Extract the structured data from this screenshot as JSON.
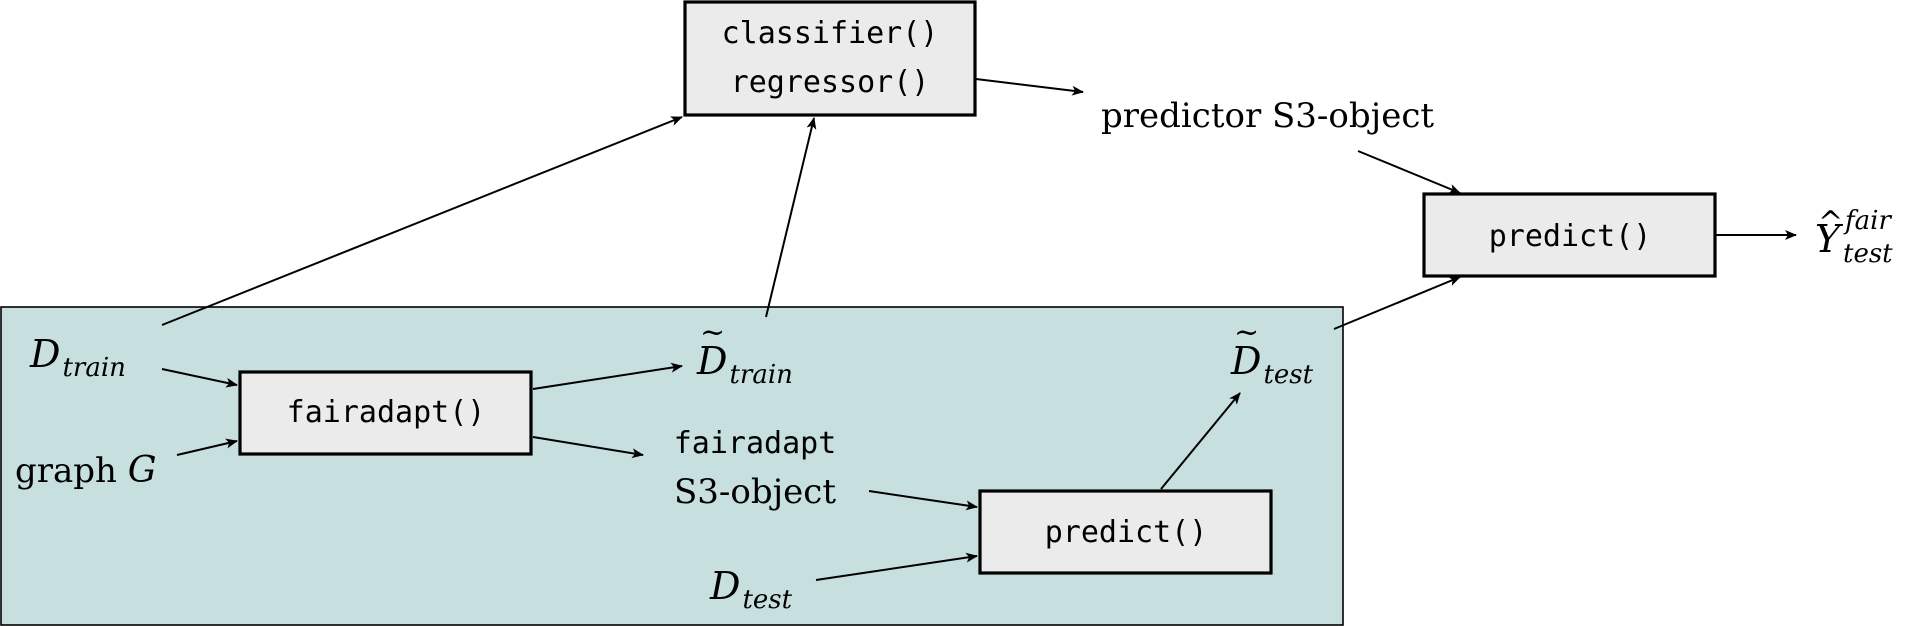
{
  "colors": {
    "region_fill": "#c7dfdf",
    "box_fill": "#ebebeb",
    "stroke": "#000000"
  },
  "boxes": {
    "models": {
      "line1": "classifier()",
      "line2": "regressor()"
    },
    "predict_top": {
      "label": "predict()"
    },
    "fairadapt": {
      "label": "fairadapt()"
    },
    "predict_bottom": {
      "label": "predict()"
    }
  },
  "labels": {
    "predictor_object": "predictor S3-object",
    "d_train": {
      "base": "D",
      "sub": "train"
    },
    "d_train_tilde": {
      "base": "D",
      "sub": "train",
      "accent": "~"
    },
    "d_test_tilde": {
      "base": "D",
      "sub": "test",
      "accent": "~"
    },
    "d_test": {
      "base": "D",
      "sub": "test"
    },
    "graph": {
      "word": "graph",
      "symbol": "G"
    },
    "fairadapt_object": {
      "line1": "fairadapt",
      "line2": "S3-object"
    },
    "y_hat": {
      "base": "Y",
      "sub": "test",
      "sup": "fair",
      "accent": "^"
    }
  }
}
